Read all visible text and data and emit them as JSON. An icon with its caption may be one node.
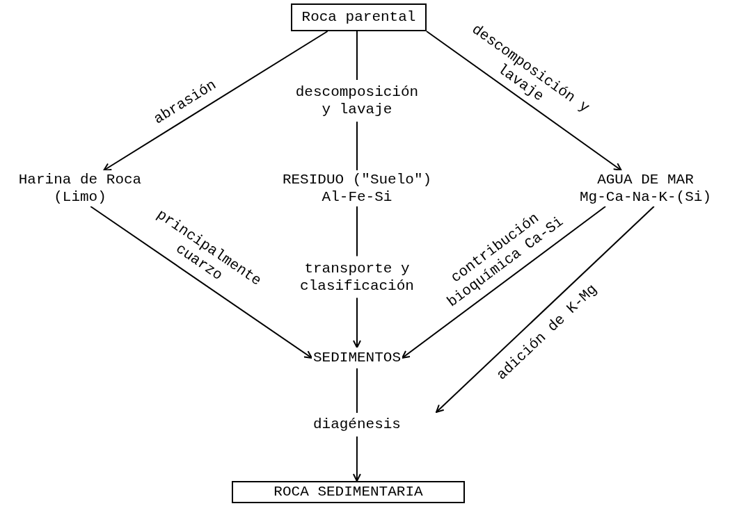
{
  "diagram": {
    "nodes": [
      {
        "text": [
          "Roca parental"
        ]
      },
      {
        "text": [
          "Harina de Roca (Limo)"
        ]
      },
      {
        "text": [
          "RESIDUO (\"Suelo\") Al-Fe-Si"
        ]
      },
      {
        "text": [
          "AGUA DE MAR Mg-Ca-Na-K-(Si)"
        ]
      },
      {
        "text": [
          "SEDIMENTOS"
        ]
      },
      {
        "text": [
          "ROCA SEDIMENTARIA"
        ]
      }
    ],
    "edges": [
      {
        "from": 0,
        "to": 1,
        "arrow": "to",
        "label": "abrasión"
      },
      {
        "from": 0,
        "to": 2,
        "arrow": "none",
        "label": "descomposición y lavaje"
      },
      {
        "from": 0,
        "to": 3,
        "arrow": "to",
        "label": "descomposición y lavaje"
      },
      {
        "from": 1,
        "to": 4,
        "arrow": "to",
        "label": "principalmente cuarzo"
      },
      {
        "from": 2,
        "to": 4,
        "arrow": "to",
        "label": "transporte y clasificación"
      },
      {
        "from": 3,
        "to": 4,
        "arrow": "to",
        "label": "contribución bioquímica Ca-Si"
      },
      {
        "from": 3,
        "to": null,
        "arrow": "to",
        "label": "adición de K-Mg"
      },
      {
        "from": 4,
        "to": 5,
        "arrow": "to",
        "label": "diagénesis"
      }
    ]
  }
}
